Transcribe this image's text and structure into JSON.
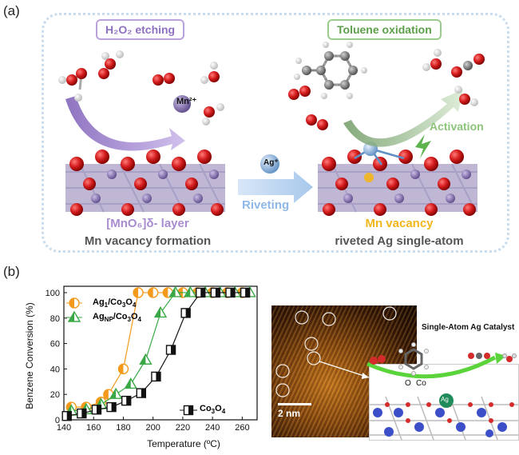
{
  "panel_a": {
    "label": "(a)",
    "etching_title": "H₂O₂ etching",
    "oxidation_title": "Toluene oxidation",
    "mn_ion": "Mn²⁺",
    "ag_ion": "Ag⁺",
    "riveting_label": "Riveting",
    "activation_label": "Activation",
    "left_caption_line1": "[MnO₆]δ- layer",
    "left_caption_line2": "Mn vacancy formation",
    "right_caption_line1": "Mn vacancy",
    "right_caption_line2": "riveted Ag single-atom",
    "colors": {
      "etching": "#a98cd0",
      "oxidation": "#8cc47a",
      "riveting": "#8fb8e8",
      "vacancy": "#f2b61b",
      "mn_atom": "#8b76b0",
      "o_atom": "#d51d1d",
      "ag_atom": "#9fc1e6"
    }
  },
  "panel_b": {
    "label": "(b)",
    "image": {
      "scale_label": "2 nm",
      "catalyst_label": "Single-Atom Ag Catalyst",
      "o_label": "O",
      "co_label": "Co",
      "ag_label": "Ag"
    }
  },
  "chart_data": {
    "type": "line",
    "xlabel": "Temperature (ºC)",
    "ylabel": "Benzene Conversion (%)",
    "xlim": [
      140,
      270
    ],
    "ylim": [
      0,
      105
    ],
    "xticks": [
      140,
      160,
      180,
      200,
      220,
      240,
      260
    ],
    "yticks": [
      0,
      20,
      40,
      60,
      80,
      100
    ],
    "legend_position": "top-left",
    "series": [
      {
        "name": "Ag₁/Co₃O₄",
        "marker": "half-circle",
        "color": "#f39a1c",
        "x": [
          145,
          155,
          165,
          170,
          180,
          190,
          200,
          210,
          220,
          230,
          240,
          250,
          260
        ],
        "y": [
          10,
          10,
          14,
          20,
          40,
          100,
          100,
          100,
          100,
          100,
          100,
          100,
          100
        ]
      },
      {
        "name": "AgNP/Co₃O₄",
        "marker": "triangle",
        "color": "#3aa846",
        "x": [
          145,
          155,
          165,
          175,
          185,
          195,
          205,
          215,
          225,
          235,
          245,
          255,
          265
        ],
        "y": [
          7,
          8,
          12,
          20,
          28,
          47,
          84,
          100,
          100,
          100,
          100,
          100,
          100
        ]
      },
      {
        "name": "Co₃O₄",
        "marker": "half-square",
        "color": "#111111",
        "x": [
          142,
          152,
          162,
          172,
          182,
          192,
          202,
          212,
          222,
          232,
          242,
          252,
          262
        ],
        "y": [
          3,
          5,
          8,
          10,
          15,
          21,
          34,
          55,
          84,
          100,
          100,
          100,
          100
        ]
      }
    ],
    "legend_labels": {
      "s1_main": "Ag",
      "s1_sub1": "1",
      "s1_mid": "/Co",
      "s1_sub2": "3",
      "s1_o": "O",
      "s1_sub3": "4",
      "s2_main": "Ag",
      "s2_sub1": "NP",
      "s2_mid": "/Co",
      "s2_sub2": "3",
      "s2_o": "O",
      "s2_sub3": "4",
      "s3_main": "Co",
      "s3_sub1": "3",
      "s3_o": "O",
      "s3_sub2": "4"
    }
  }
}
